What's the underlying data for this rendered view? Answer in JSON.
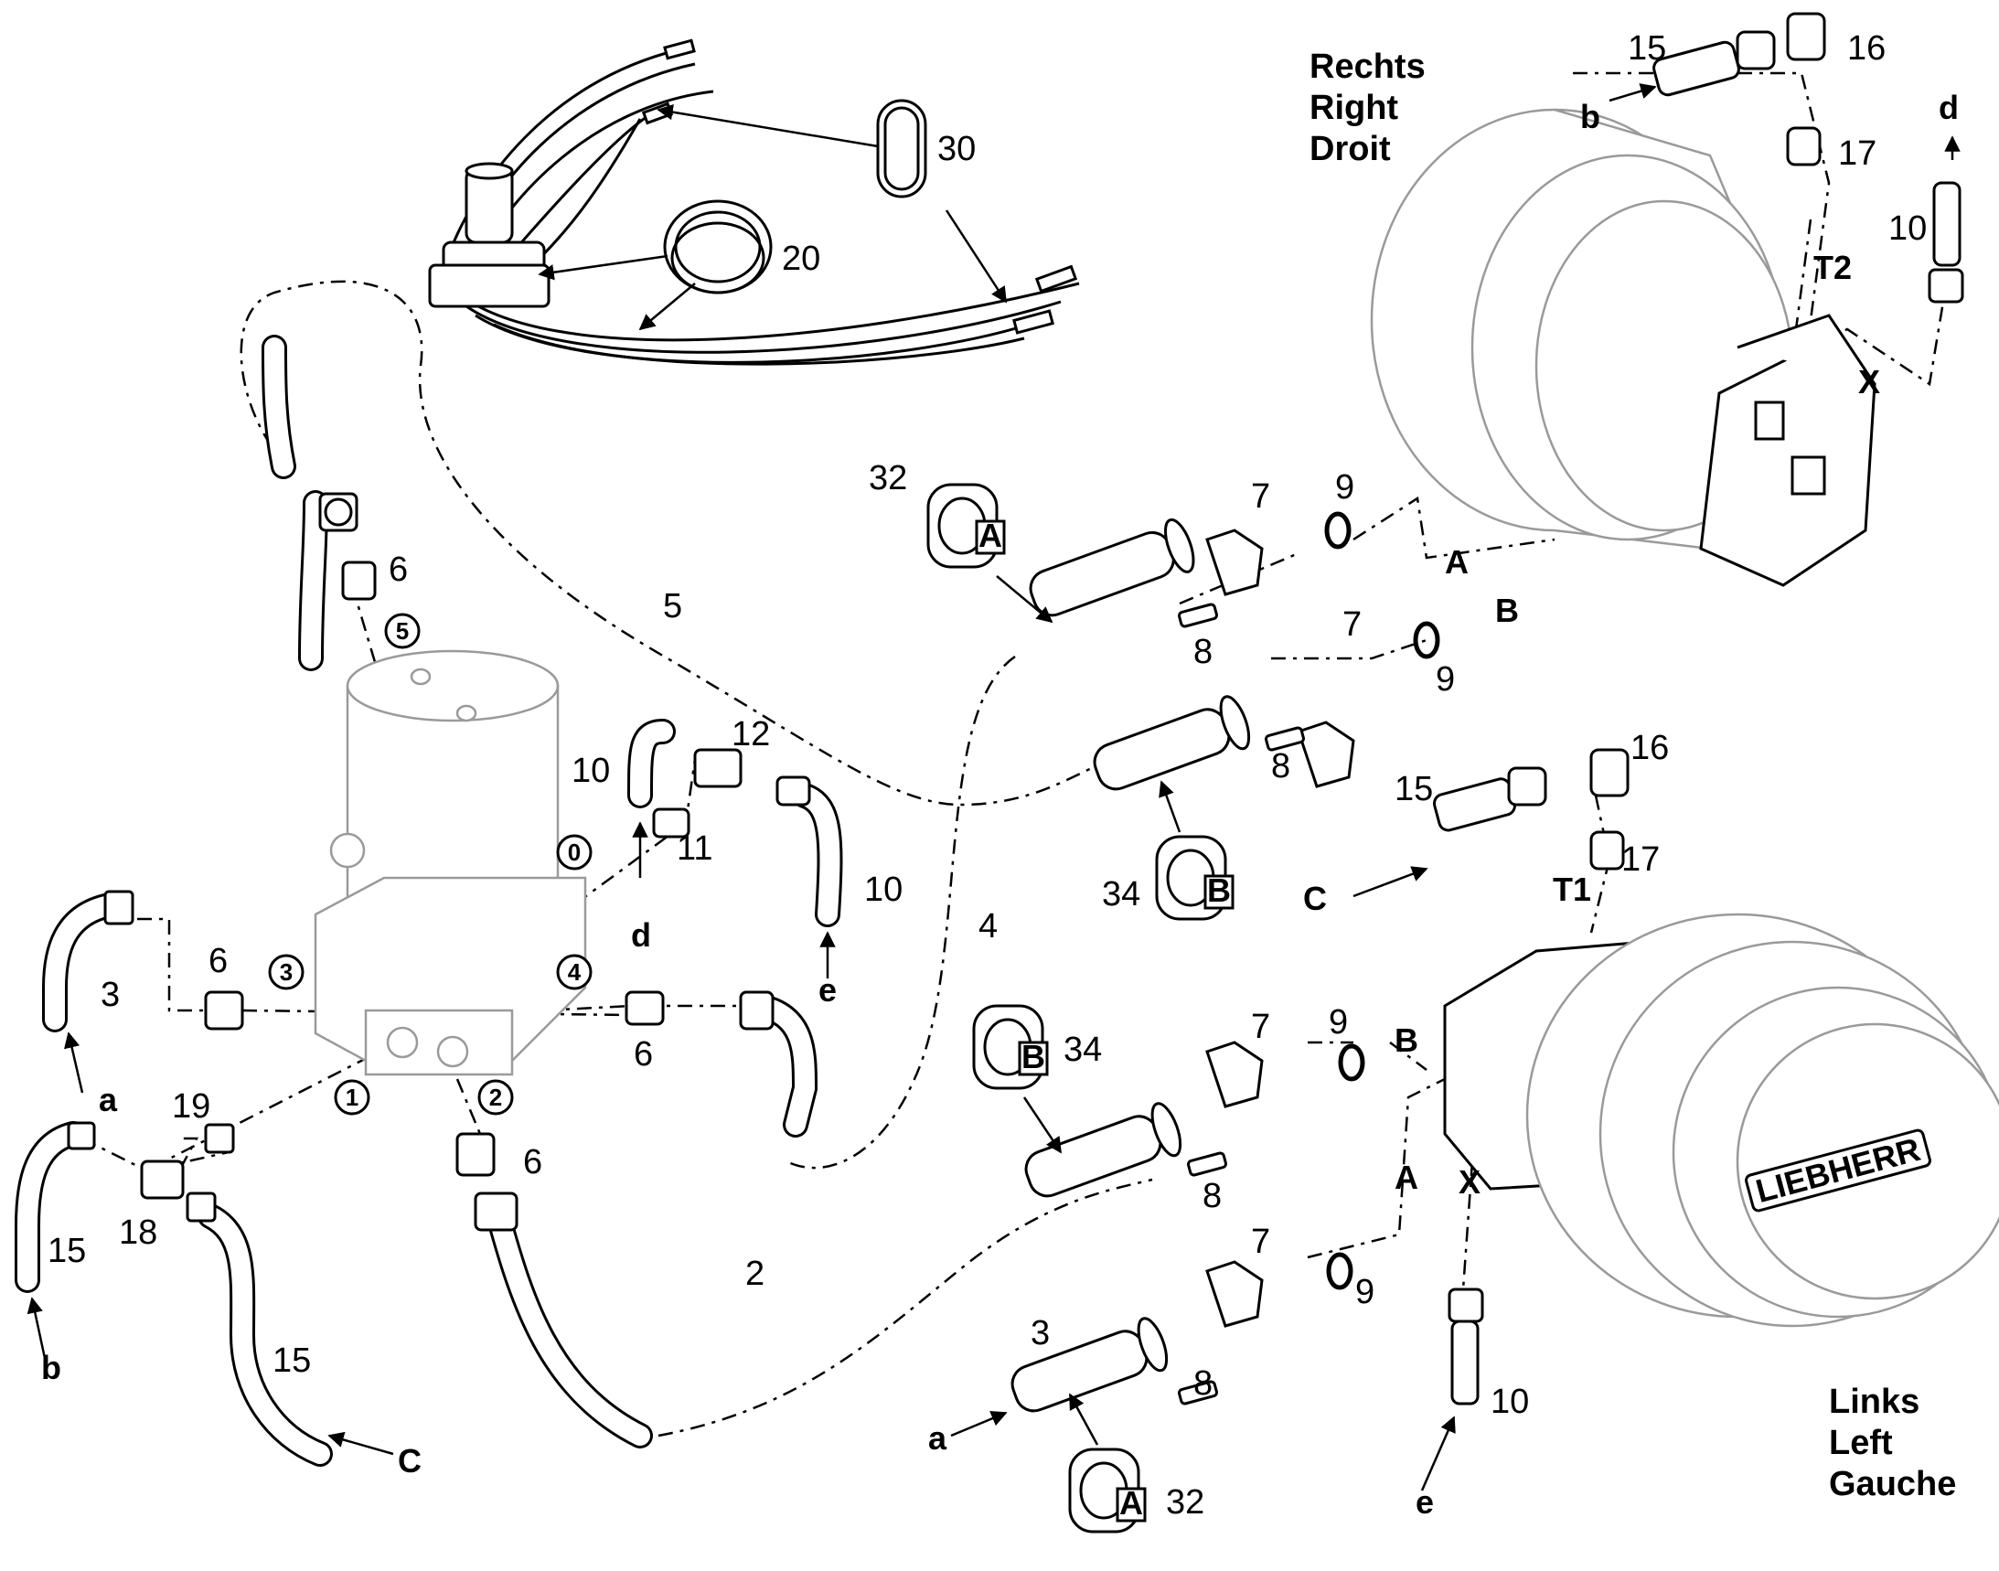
{
  "side_labels": {
    "right": [
      "Rechts",
      "Right",
      "Droit"
    ],
    "left": [
      "Links",
      "Left",
      "Gauche"
    ]
  },
  "part_numbers": {
    "n30": "30",
    "n20": "20",
    "n6_top": "6",
    "n5_line": "5",
    "n4_line": "4",
    "n2_line": "2",
    "n32_top": "32",
    "n34_mid": "34",
    "n34_low": "34",
    "n32_low": "32",
    "n7_a": "7",
    "n7_b": "7",
    "n7_c": "7",
    "n7_d": "7",
    "n8_a": "8",
    "n8_b": "8",
    "n8_c": "8",
    "n8_d": "8",
    "n9_a": "9",
    "n9_b": "9",
    "n9_c": "9",
    "n9_d": "9",
    "n10_left": "10",
    "n10_right": "10",
    "n10_top": "10",
    "n10_bottom": "10",
    "n11": "11",
    "n12": "12",
    "n15_top": "15",
    "n15_mid": "15",
    "n15_left": "15",
    "n15_low": "15",
    "n16_top": "16",
    "n16_mid": "16",
    "n17_top": "17",
    "n17_mid": "17",
    "n3_left": "3",
    "n3_low": "3",
    "n6_left": "6",
    "n6_right": "6",
    "n6_bottom": "6",
    "n18": "18",
    "n19": "19"
  },
  "port_labels": {
    "T2": "T2",
    "T1": "T1",
    "X_top": "X",
    "X_low": "X",
    "A_top": "A",
    "B_top": "B",
    "B_low": "B",
    "A_low": "A"
  },
  "line_labels": {
    "b_top": "b",
    "d_top": "d",
    "C_mid": "C",
    "d_low": "d",
    "e_mid": "e",
    "a_left": "a",
    "b_left": "b",
    "C_left": "C",
    "a_low": "a",
    "e_low": "e"
  },
  "circled_ports": [
    "5",
    "0",
    "3",
    "4",
    "1",
    "2"
  ],
  "block_letters": {
    "top32": "A",
    "mid34": "B",
    "low34": "B",
    "low32": "A"
  },
  "logo_text": "LIEBHERR"
}
